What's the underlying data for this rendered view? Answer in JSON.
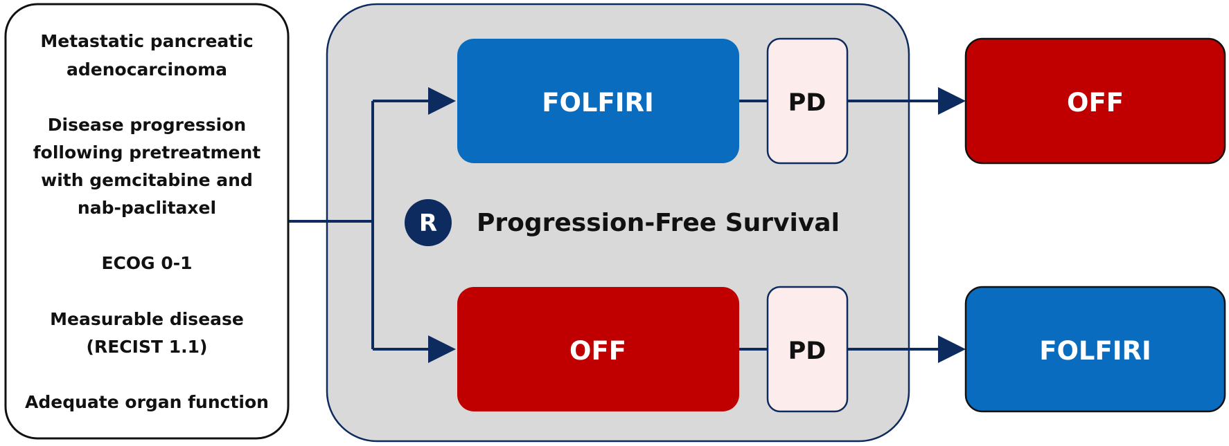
{
  "criteria": {
    "lines": [
      "Metastatic pancreatic",
      "adenocarcinoma",
      "Disease progression",
      "following pretreatment",
      "with gemcitabine and",
      "nab-paclitaxel",
      "ECOG 0-1",
      "Measurable disease",
      "(RECIST 1.1)",
      "Adequate organ function"
    ]
  },
  "randomization": {
    "badge": "R",
    "label": "Progression-Free Survival"
  },
  "arms": {
    "top": {
      "first": "FOLFIRI",
      "progression": "PD",
      "second": "OFF"
    },
    "bottom": {
      "first": "OFF",
      "progression": "PD",
      "second": "FOLFIRI"
    }
  },
  "colors": {
    "blue": "#0A6CBF",
    "red": "#C00000",
    "navy": "#0D2B5E",
    "pd_fill": "#FDECEC",
    "panel_fill": "#D9D9D9"
  }
}
